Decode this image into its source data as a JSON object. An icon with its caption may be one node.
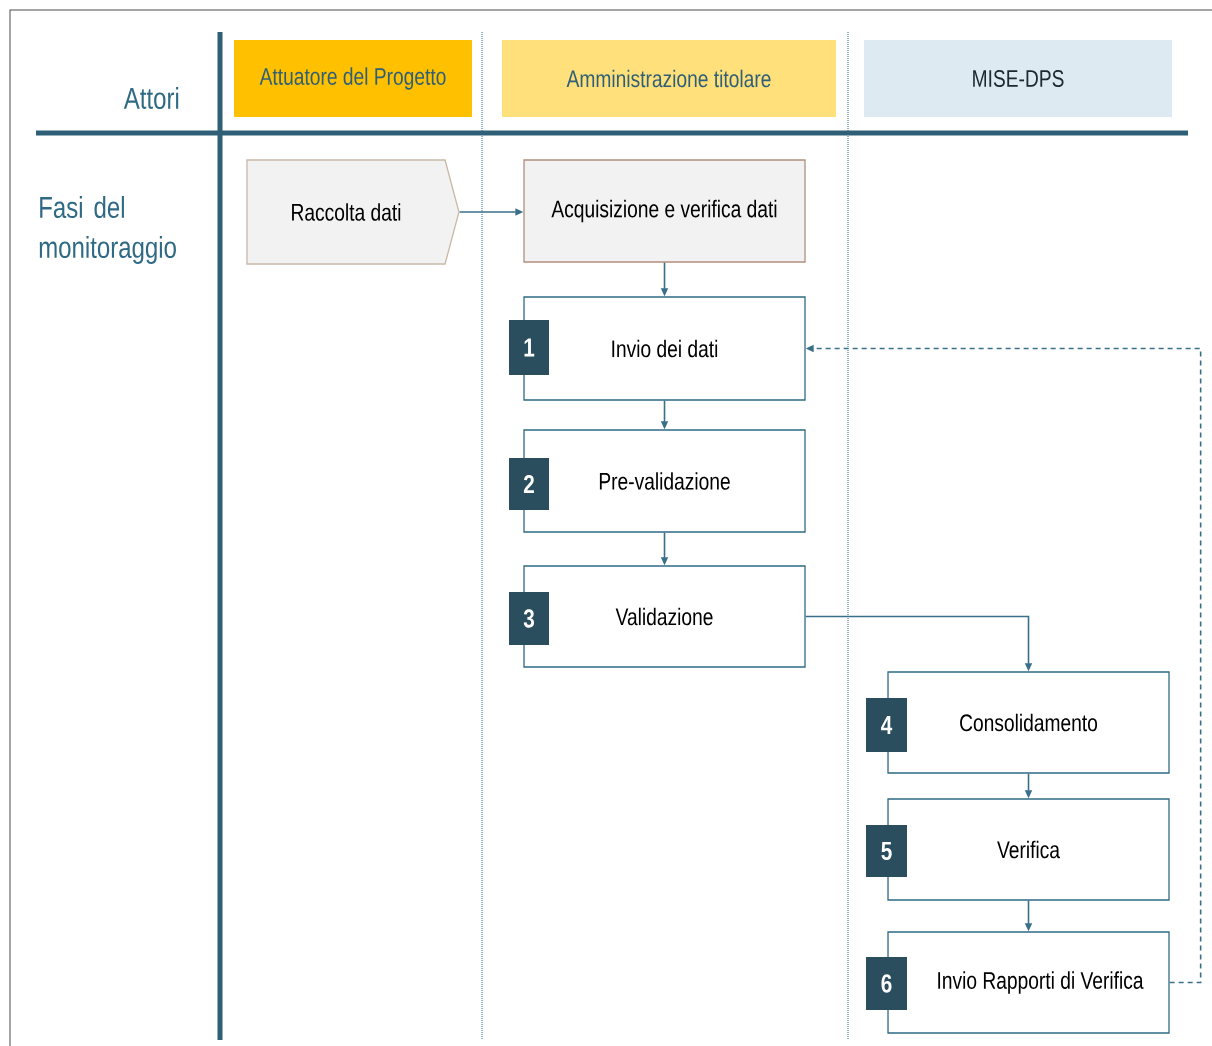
{
  "diagram": {
    "nodes": [
      {
        "text": [
          "Attuatore del Progetto"
        ]
      },
      {
        "text": [
          "Amministrazione titolare"
        ]
      },
      {
        "text": [
          "MISE-DPS"
        ]
      },
      {
        "text": [
          "Raccolta dati"
        ]
      },
      {
        "text": [
          "Acquisizione e verifica dati"
        ]
      },
      {
        "text": [
          "1"
        ]
      },
      {
        "text": [
          "Invio dei dati"
        ]
      },
      {
        "text": [
          "2"
        ]
      },
      {
        "text": [
          "Pre-validazione"
        ]
      },
      {
        "text": [
          "3"
        ]
      },
      {
        "text": [
          "Validazione"
        ]
      },
      {
        "text": [
          "4"
        ]
      },
      {
        "text": [
          "Consolidamento"
        ]
      },
      {
        "text": [
          "5"
        ]
      },
      {
        "text": [
          "Verifica"
        ]
      },
      {
        "text": [
          "6"
        ]
      },
      {
        "text": [
          "Invio Rapporti di Verifica"
        ]
      }
    ],
    "edges": [
      {
        "from": 3,
        "to": 4,
        "arrow": "to"
      },
      {
        "from": 4,
        "to": 6,
        "arrow": "to"
      },
      {
        "from": 6,
        "to": 8,
        "arrow": "to"
      },
      {
        "from": 8,
        "to": 10,
        "arrow": "to"
      },
      {
        "from": 10,
        "to": 12,
        "arrow": "to"
      },
      {
        "from": 12,
        "to": 14,
        "arrow": "to"
      },
      {
        "from": 14,
        "to": 16,
        "arrow": "to"
      },
      {
        "from": 16,
        "to": 6,
        "arrow": "to",
        "style": "dashed"
      }
    ],
    "labels": [
      "Attori",
      "Fasi del monitoraggio"
    ]
  }
}
